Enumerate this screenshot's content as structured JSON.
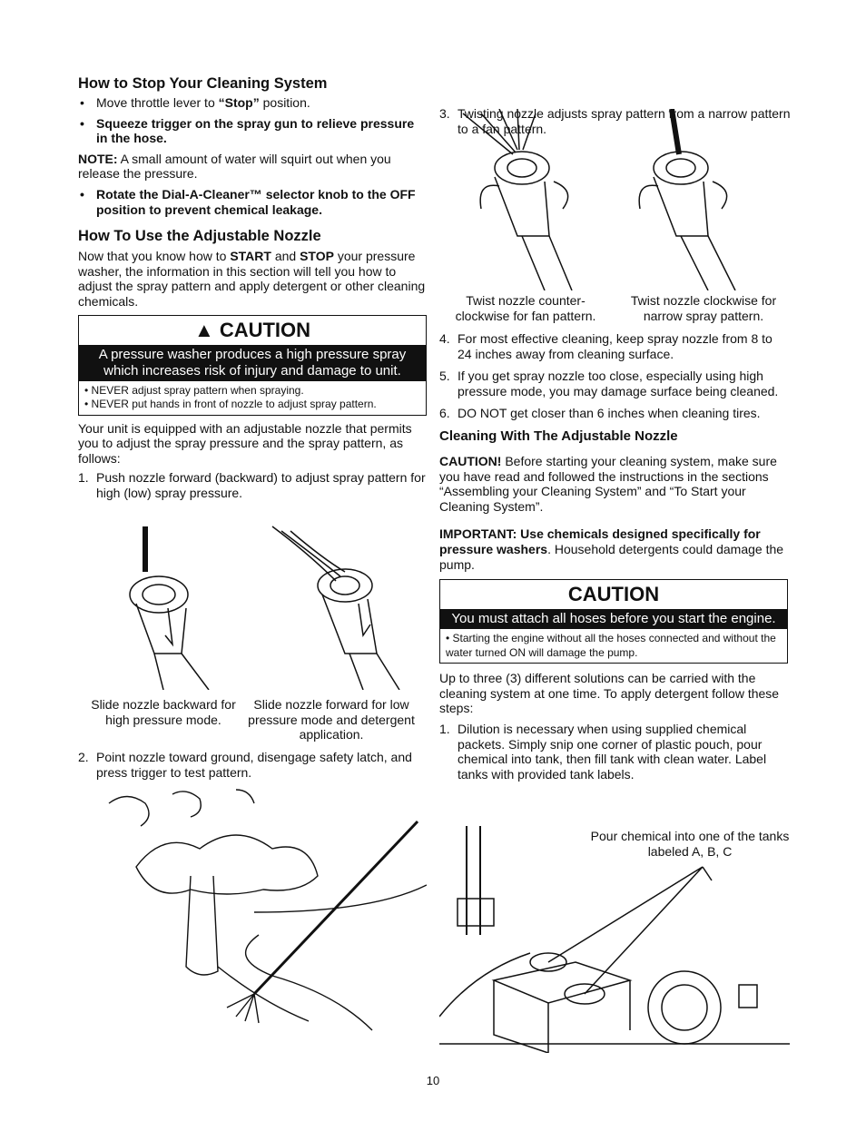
{
  "left": {
    "stop_heading": "How to Stop Your Cleaning System",
    "stop_bullet1_pre": "Move throttle lever to ",
    "stop_bullet1_bold": "“Stop”",
    "stop_bullet1_post": " position.",
    "stop_bullet2": "Squeeze trigger on the spray gun to relieve pressure in the hose.",
    "note_label": "NOTE:",
    "note_text": " A small amount of water will squirt out when you release the pressure.",
    "stop_bullet3": "Rotate the Dial-A-Cleaner™ selector knob to the OFF position to prevent chemical leakage.",
    "nozzle_heading": "How To Use the Adjustable Nozzle",
    "nozzle_intro_1": "Now that you know how to ",
    "nozzle_intro_start": "START",
    "nozzle_intro_and": " and ",
    "nozzle_intro_stop": "STOP",
    "nozzle_intro_2": " your pressure washer, the information in this section will tell you how to adjust the spray pattern and apply detergent or other cleaning chemicals.",
    "caution1": {
      "title": "CAUTION",
      "bar": "A pressure washer produces a high pressure spray which increases risk of injury and damage to unit.",
      "items": [
        "NEVER adjust spray pattern when spraying.",
        "NEVER put hands in front of nozzle to adjust spray pattern."
      ]
    },
    "adjust_para": "Your unit is equipped with an adjustable nozzle that permits you to adjust the spray pressure and the spray pattern, as follows:",
    "step1": {
      "n": "1.",
      "text": "Push nozzle forward (backward) to adjust spray pattern for high (low) spray pressure."
    },
    "fig1_caption_left": "Slide nozzle backward for high pressure mode.",
    "fig1_caption_right": "Slide nozzle forward for low pressure mode and detergent application.",
    "step2": {
      "n": "2.",
      "text": "Point nozzle toward ground, disengage safety latch, and press trigger to test pattern."
    }
  },
  "right": {
    "step3": {
      "n": "3.",
      "text": "Twisting nozzle adjusts spray pattern from a narrow pattern to a fan pattern."
    },
    "fig2_caption_left": "Twist nozzle counter-clockwise for fan pattern.",
    "fig2_caption_right": "Twist nozzle clockwise for narrow spray pattern.",
    "step4": {
      "n": "4.",
      "text": "For most effective cleaning, keep spray nozzle from 8 to 24 inches away from cleaning surface."
    },
    "step5": {
      "n": "5.",
      "text": "If you get spray nozzle too close, especially using high pressure mode, you may damage surface being cleaned."
    },
    "step6": {
      "n": "6.",
      "text": "DO NOT get closer than 6 inches when cleaning tires."
    },
    "cleaning_heading": "Cleaning With The Adjustable Nozzle",
    "caution_label": "CAUTION!",
    "caution_text": " Before starting your cleaning system, make sure you have read and followed the instructions in the sections “Assembling your Cleaning System” and “To Start your Cleaning System”.",
    "important_bold": "IMPORTANT: Use chemicals designed specifically for pressure washers",
    "important_text": ". Household detergents could damage the pump.",
    "caution2": {
      "title": "CAUTION",
      "bar": "You must attach all hoses before you start the engine.",
      "items": [
        "Starting the engine without all the hoses connected and without the water turned ON will damage the pump."
      ]
    },
    "solutions_para": "Up to three (3) different solutions can be carried with the cleaning system at one time. To apply detergent follow these steps:",
    "step_d1": {
      "n": "1.",
      "text": "Dilution is necessary when using supplied chemical packets. Simply snip one corner of plastic pouch, pour chemical into tank, then fill tank with clean water. Label tanks with provided tank labels."
    },
    "fig4_caption": "Pour chemical into one of the tanks labeled A, B, C"
  },
  "page_number": "10"
}
